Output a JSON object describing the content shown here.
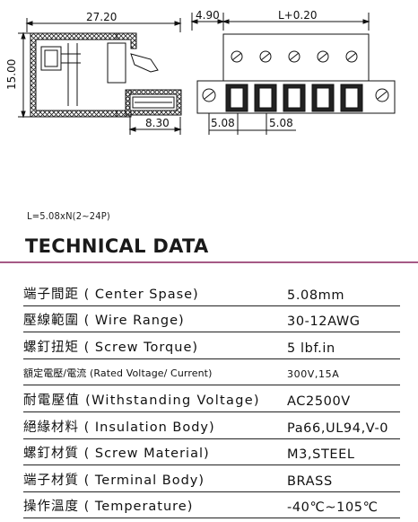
{
  "drawing": {
    "dim_width": "27.20",
    "dim_height": "15.00",
    "dim_bottom": "8.30",
    "dim_offset": "4.90",
    "dim_length": "L+0.20",
    "dim_pitch_a": "5.08",
    "dim_pitch_b": "5.08"
  },
  "formula": "L=5.08xN(2~24P)",
  "section_title": "TECHNICAL DATA",
  "specs": [
    {
      "label": "端子間距 ( Center Spase)",
      "value": "5.08mm"
    },
    {
      "label": "壓線範圍 ( Wire Range)",
      "value": "30-12AWG"
    },
    {
      "label": "螺釘扭矩 ( Screw Torque)",
      "value": "5 lbf.in"
    },
    {
      "label": "額定電壓/電流 (Rated Voltage/ Current)",
      "value": "300V,15A"
    },
    {
      "label": "耐電壓值 (Withstanding Voltage)",
      "value": "AC2500V"
    },
    {
      "label": "絕緣材料 ( Insulation Body)",
      "value": "Pa66,UL94,V-0"
    },
    {
      "label": "螺釘材質 ( Screw Material)",
      "value": "M3,STEEL"
    },
    {
      "label": "端子材質 ( Terminal Body)",
      "value": "BRASS"
    },
    {
      "label": "操作溫度 ( Temperature)",
      "value": "-40℃~105℃"
    }
  ]
}
